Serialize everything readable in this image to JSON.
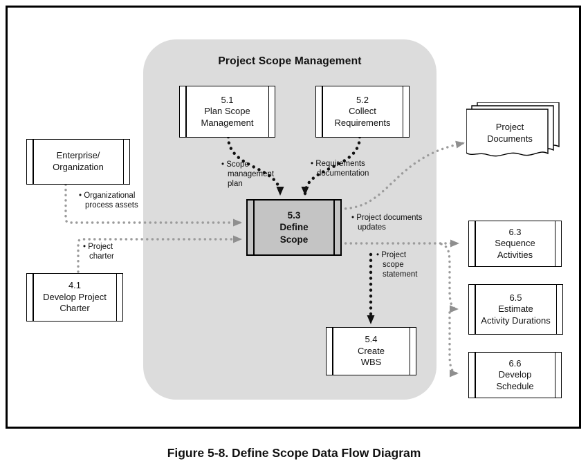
{
  "figure_caption": "Figure 5-8. Define Scope Data Flow Diagram",
  "group": {
    "title": "Project Scope Management"
  },
  "nodes": {
    "enterprise": {
      "title": "Enterprise/\nOrganization"
    },
    "develop_project_charter": {
      "number": "4.1",
      "title": "Develop Project\nCharter"
    },
    "plan_scope_management": {
      "number": "5.1",
      "title": "Plan Scope\nManagement"
    },
    "collect_requirements": {
      "number": "5.2",
      "title": "Collect\nRequirements"
    },
    "define_scope": {
      "number": "5.3",
      "title": "Define\nScope"
    },
    "create_wbs": {
      "number": "5.4",
      "title": "Create\nWBS"
    },
    "sequence_activities": {
      "number": "6.3",
      "title": "Sequence\nActivities"
    },
    "estimate_activity_durations": {
      "number": "6.5",
      "title": "Estimate\nActivity Durations"
    },
    "develop_schedule": {
      "number": "6.6",
      "title": "Develop\nSchedule"
    },
    "project_documents": {
      "title": "Project\nDocuments"
    }
  },
  "flow_labels": {
    "scope_management_plan": "• Scope\nmanagement\nplan",
    "requirements_documentation": "• Requirements\ndocumentation",
    "organizational_process_assets": "• Organizational\nprocess assets",
    "project_charter": "• Project\ncharter",
    "project_documents_updates": "• Project documents\nupdates",
    "project_scope_statement": "• Project\nscope\nstatement"
  },
  "colors": {
    "group_fill": "#dcdcdc",
    "highlight_fill": "#c4c4c4",
    "flow_gray": "#9b9b9b",
    "flow_black": "#111111"
  }
}
